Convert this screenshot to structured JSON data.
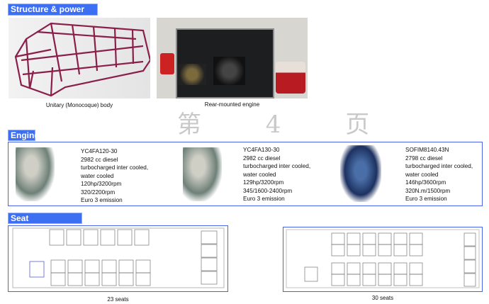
{
  "sections": {
    "structure": {
      "title": "Structure & power",
      "items": [
        {
          "caption": "Unitary (Monocoque) body"
        },
        {
          "caption": "Rear-mounted engine"
        }
      ]
    },
    "engine": {
      "title": "Engine",
      "items": [
        {
          "lines": [
            "YC4FA120-30",
            "2982 cc diesel",
            "turbocharged inter cooled,",
            "water cooled",
            "120hp/3200rpm",
            "320/2200rpm",
            "Euro 3 emission"
          ]
        },
        {
          "lines": [
            "YC4FA130-30",
            "2982 cc diesel",
            "turbocharged inter cooled,",
            "water cooled",
            "129hp/3200rpm",
            "345/1600-2400rpm",
            "Euro 3 emission"
          ]
        },
        {
          "lines": [
            "SOFIM8140.43N",
            "2798 cc diesel",
            "turbocharged inter cooled,",
            "water cooled",
            "146hp/3600rpm",
            "320N.m/1500rpm",
            "Euro 3 emission"
          ]
        }
      ]
    },
    "seats": {
      "title": "Seat arrangement",
      "items": [
        {
          "caption": "23 seats"
        },
        {
          "caption": "30 seats"
        }
      ]
    }
  },
  "watermark": "第 4 页",
  "colors": {
    "header": "#3d6ff2",
    "frame": "#4a63e8",
    "bus_frame": "#8a1f4a"
  }
}
